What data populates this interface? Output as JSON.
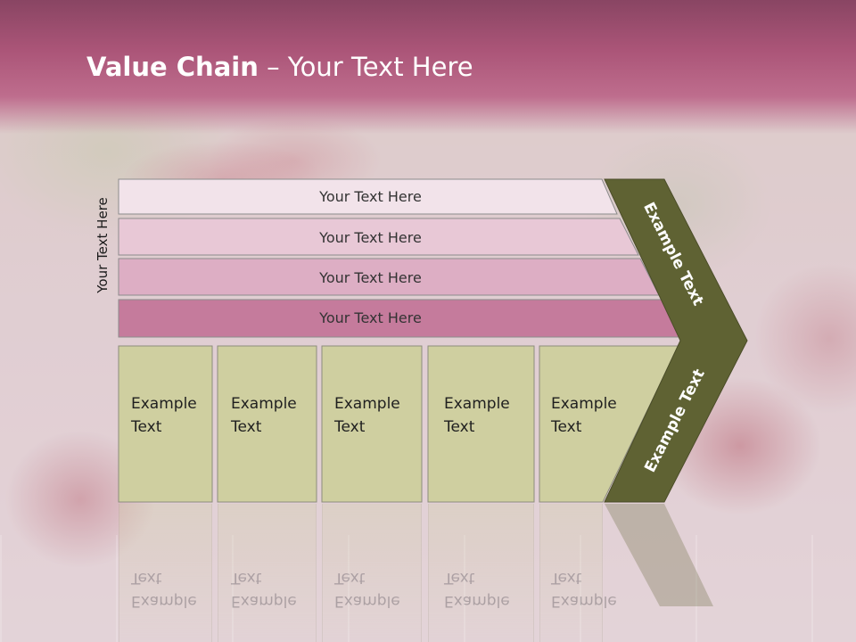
{
  "slide": {
    "title_bold": "Value Chain",
    "title_rest": " – Your Text Here",
    "side_label": "Your Text Here",
    "bands": [
      {
        "label": "Your Text Here",
        "fill": "#f2e3ea"
      },
      {
        "label": "Your Text Here",
        "fill": "#e8c8d6"
      },
      {
        "label": "Your Text Here",
        "fill": "#ddaec4"
      },
      {
        "label": "Your Text Here",
        "fill": "#c57b9c"
      }
    ],
    "columns": [
      {
        "line1": "Example",
        "line2": "Text"
      },
      {
        "line1": "Example",
        "line2": "Text"
      },
      {
        "line1": "Example",
        "line2": "Text"
      },
      {
        "line1": "Example",
        "line2": "Text"
      },
      {
        "line1": "Example",
        "line2": "Text"
      }
    ],
    "chevron_upper_label": "Example Text",
    "chevron_lower_label": "Example Text",
    "colors": {
      "header": "#ab5578",
      "column_fill": "#cfcfa0",
      "chevron_fill": "#5f6233",
      "title_text": "#ffffff"
    }
  }
}
